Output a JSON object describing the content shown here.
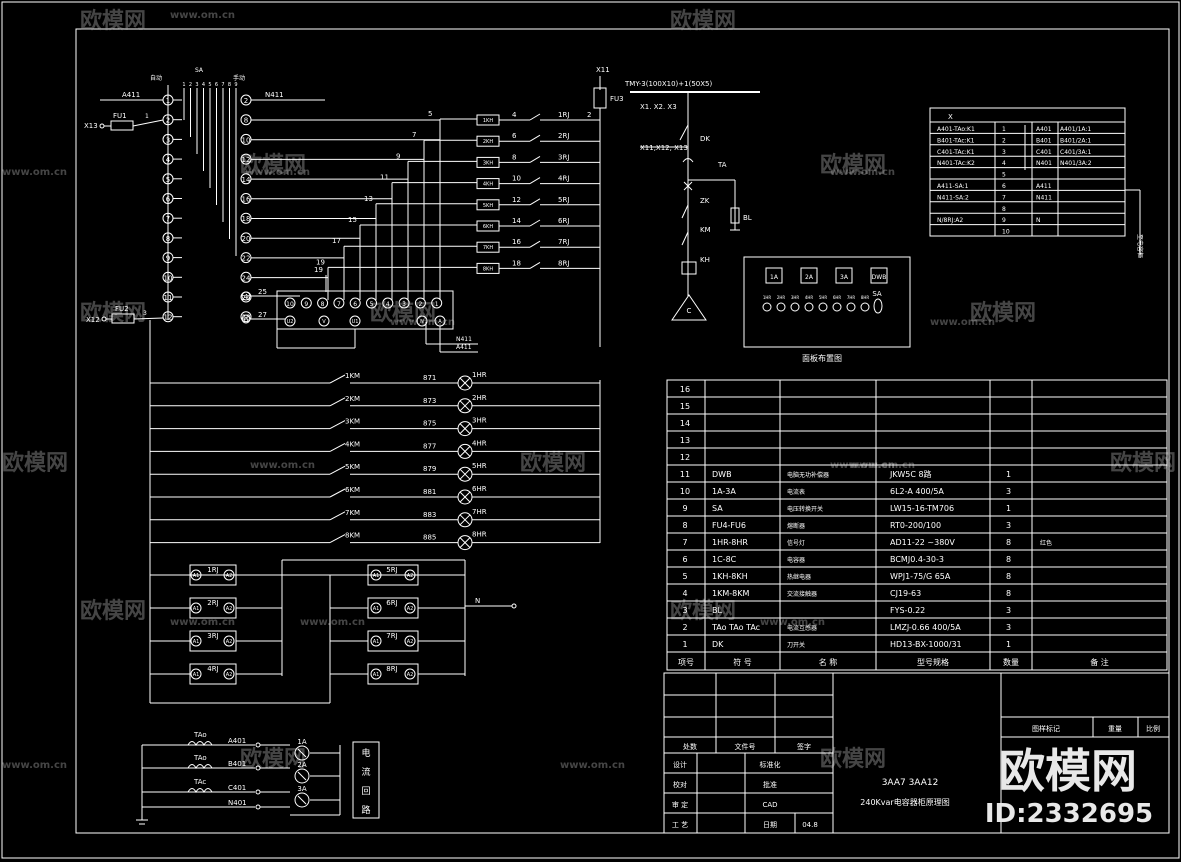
{
  "watermark": {
    "brand": "欧模网",
    "domain": "www.om.cn",
    "domain_short": "www.om.cn",
    "id_label": "ID:2332695"
  },
  "terminal": {
    "col_labels": [
      "自动",
      "SA",
      "手动"
    ],
    "left": [
      "1",
      "2",
      "3",
      "4",
      "5",
      "6",
      "7",
      "8",
      "9",
      "10",
      "11",
      "12"
    ],
    "right": [
      "2",
      "8",
      "10",
      "12",
      "14",
      "16",
      "18",
      "20",
      "22",
      "24",
      "26",
      "28"
    ],
    "bottom_left": [
      "4",
      "6"
    ],
    "bottom_nums": [
      "25",
      "27"
    ],
    "A411": "A411",
    "N411": "N411",
    "X13": "X13",
    "X12": "X12",
    "FU1": "FU1",
    "FU2": "FU2"
  },
  "ctrl": {
    "wires": [
      "5",
      "7",
      "9",
      "11",
      "13",
      "15",
      "17",
      "19"
    ],
    "coils": [
      "1KH",
      "2KH",
      "3KH",
      "4KH",
      "5KH",
      "6KH",
      "7KH",
      "8KH"
    ],
    "coil_nums": [
      "4",
      "6",
      "8",
      "10",
      "12",
      "14",
      "16",
      "18"
    ],
    "contacts": [
      "1RJ",
      "2RJ",
      "3RJ",
      "4RJ",
      "5RJ",
      "6RJ",
      "7RJ",
      "8RJ"
    ],
    "box_nums": [
      "11",
      "9",
      "7",
      "5",
      "3",
      "1"
    ],
    "box_small": [
      "N411",
      "A411"
    ]
  },
  "lamps": {
    "km": [
      "1KM",
      "2KM",
      "3KM",
      "4KM",
      "5KM",
      "6KM",
      "7KM",
      "8KM"
    ],
    "wires": [
      "871",
      "873",
      "875",
      "877",
      "879",
      "881",
      "883",
      "885"
    ],
    "hr": [
      "1HR",
      "2HR",
      "3HR",
      "4HR",
      "5HR",
      "6HR",
      "7HR",
      "8HR"
    ]
  },
  "relays": {
    "left": [
      "1RJ",
      "2RJ",
      "3RJ",
      "4RJ"
    ],
    "right": [
      "5RJ",
      "6RJ",
      "7RJ",
      "8RJ"
    ],
    "a1": "A1",
    "a2": "A2",
    "n": "N"
  },
  "current": {
    "ta": [
      "TAo",
      "TAo",
      "TAc"
    ],
    "lines": [
      "A401",
      "B401",
      "C401",
      "N401"
    ],
    "meters": [
      "1A",
      "2A",
      "3A"
    ],
    "box": "电流回路"
  },
  "main": {
    "busbar": "TMY-3(100X10)+1(50X5)",
    "x1": "X1. X2. X3",
    "x11": "X11,X12, X13",
    "dk": "DK",
    "ta": "TA",
    "zk": "ZK",
    "km": "KM",
    "kh": "KH",
    "bl": "BL",
    "c": "C",
    "x11_top": "X11",
    "fu3": "FU3",
    "n1": "1",
    "n2": "2"
  },
  "panel": {
    "title": "面板布置图",
    "meters": [
      "1A",
      "2A",
      "3A",
      "DWB"
    ],
    "sa": "SA",
    "lamps": [
      "1HR",
      "2HR",
      "3HR",
      "4HR",
      "5HR",
      "6HR",
      "7HR",
      "8HR"
    ]
  },
  "xtable": {
    "title": "X",
    "rows": [
      {
        "l": "A401-TAo:K1",
        "n": "1",
        "r1": "A401",
        "r2": "A401/1A:1"
      },
      {
        "l": "B401-TAc:K1",
        "n": "2",
        "r1": "B401",
        "r2": "B401/2A:1"
      },
      {
        "l": "C401-TAc:K1",
        "n": "3",
        "r1": "C401",
        "r2": "C401/3A:1"
      },
      {
        "l": "N401-TAc:K2",
        "n": "4",
        "r1": "N401",
        "r2": "N401/3A:2"
      },
      {
        "l": "",
        "n": "5",
        "r1": "",
        "r2": ""
      },
      {
        "l": "A411-SA:1",
        "n": "6",
        "r1": "A411",
        "r2": ""
      },
      {
        "l": "N411-SA:2",
        "n": "7",
        "r1": "N411",
        "r2": ""
      },
      {
        "l": "",
        "n": "8",
        "r1": "",
        "r2": ""
      },
      {
        "l": "N/8RJ:A2",
        "n": "9",
        "r1": "N",
        "r2": ""
      },
      {
        "l": "",
        "n": "10",
        "r1": "",
        "r2": ""
      }
    ],
    "side": "至电容柜"
  },
  "bom": {
    "rows": [
      {
        "no": "16",
        "code": "",
        "name": "",
        "model": "",
        "qty": "",
        "note": ""
      },
      {
        "no": "15",
        "code": "",
        "name": "",
        "model": "",
        "qty": "",
        "note": ""
      },
      {
        "no": "14",
        "code": "",
        "name": "",
        "model": "",
        "qty": "",
        "note": ""
      },
      {
        "no": "13",
        "code": "",
        "name": "",
        "model": "",
        "qty": "",
        "note": ""
      },
      {
        "no": "12",
        "code": "",
        "name": "",
        "model": "",
        "qty": "",
        "note": ""
      },
      {
        "no": "11",
        "code": "DWB",
        "name": "电脑无功补偿器",
        "model": "JKW5C 8路",
        "qty": "1",
        "note": ""
      },
      {
        "no": "10",
        "code": "1A-3A",
        "name": "电流表",
        "model": "6L2-A 400/5A",
        "qty": "3",
        "note": ""
      },
      {
        "no": "9",
        "code": "SA",
        "name": "电压转换开关",
        "model": "LW15-16-TM706",
        "qty": "1",
        "note": ""
      },
      {
        "no": "8",
        "code": "FU4-FU6",
        "name": "熔断器",
        "model": "RT0-200/100",
        "qty": "3",
        "note": ""
      },
      {
        "no": "7",
        "code": "1HR-8HR",
        "name": "信号灯",
        "model": "AD11-22 ~380V",
        "qty": "8",
        "note": "红色"
      },
      {
        "no": "6",
        "code": "1C-8C",
        "name": "电容器",
        "model": "BCMJ0.4-30-3",
        "qty": "8",
        "note": ""
      },
      {
        "no": "5",
        "code": "1KH-8KH",
        "name": "热继电器",
        "model": "WPJ1-75/G 65A",
        "qty": "8",
        "note": ""
      },
      {
        "no": "4",
        "code": "1KM-8KM",
        "name": "交流接触器",
        "model": "CJ19-63",
        "qty": "8",
        "note": ""
      },
      {
        "no": "3",
        "code": "BL",
        "name": "",
        "model": "FYS-0.22",
        "qty": "3",
        "note": ""
      },
      {
        "no": "2",
        "code": "TAo TAo TAc",
        "name": "电流互感器",
        "model": "LMZJ-0.66 400/5A",
        "qty": "3",
        "note": ""
      },
      {
        "no": "1",
        "code": "DK",
        "name": "刀开关",
        "model": "HD13-BX-1000/31",
        "qty": "1",
        "note": ""
      }
    ],
    "headers": [
      "项号",
      "符 号",
      "名 称",
      "型号规格",
      "数量",
      "备 注"
    ]
  },
  "titleblock": {
    "left_labels": [
      "处数",
      "文件号",
      "签字"
    ],
    "rows_left": [
      "设计",
      "校对",
      "审 定",
      "工 艺"
    ],
    "rows_right": [
      "标准化",
      "批准",
      "CAD",
      "日期"
    ],
    "date": "04.8",
    "title1": "3AA7 3AA12",
    "title2": "240Kvar电容器柜原理图",
    "mark_labels": [
      "图样标记",
      "重量",
      "比例"
    ]
  }
}
